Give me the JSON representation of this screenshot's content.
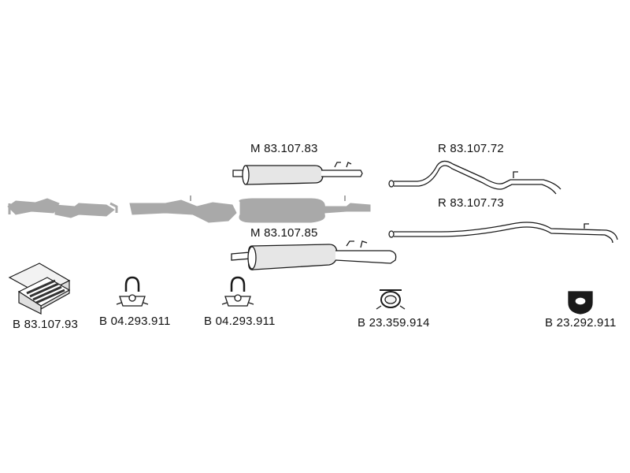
{
  "parts": {
    "m1": {
      "label": "M 83.107.83"
    },
    "m2": {
      "label": "M 83.107.85"
    },
    "r1": {
      "label": "R 83.107.72"
    },
    "r2": {
      "label": "R 83.107.73"
    },
    "kit": {
      "label": "B 83.107.93"
    },
    "clamp1": {
      "label": "B 04.293.911"
    },
    "clamp2": {
      "label": "B 04.293.911"
    },
    "ring": {
      "label": "B 23.359.914"
    },
    "gasket": {
      "label": "B 23.292.911"
    }
  },
  "colors": {
    "line": "#1a1a1a",
    "ghost": "#a9a9a9",
    "fill": "#ffffff",
    "shade": "#cfcfcf"
  }
}
